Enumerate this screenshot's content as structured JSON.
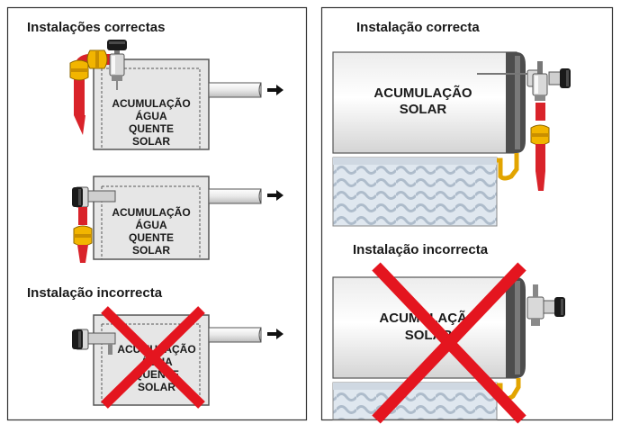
{
  "left_panel": {
    "heading_correct": "Instalações correctas",
    "heading_incorrect": "Instalação incorrecta",
    "tanks": [
      {
        "lines": [
          "ACUMULAÇÃO",
          "ÁGUA",
          "QUENTE",
          "SOLAR"
        ],
        "status": "correct"
      },
      {
        "lines": [
          "ACUMULAÇÃO",
          "ÁGUA",
          "QUENTE",
          "SOLAR"
        ],
        "status": "correct"
      },
      {
        "lines": [
          "ACUMULAÇÃO",
          "ÁGUA",
          "QUENTE",
          "SOLAR"
        ],
        "status": "incorrect"
      }
    ]
  },
  "right_panel": {
    "heading_correct": "Instalação correcta",
    "heading_incorrect": "Instalação incorrecta",
    "tanks": [
      {
        "lines": [
          "ACUMULAÇÃO",
          "SOLAR"
        ],
        "status": "correct"
      },
      {
        "lines": [
          "ACUMULAÇÃO",
          "SOLAR"
        ],
        "status": "incorrect"
      }
    ]
  },
  "colors": {
    "cross": "#e4151f",
    "pipe_red": "#d9232a",
    "valve_yellow": "#f2b500",
    "tank_fill": "#e6e6e6",
    "panel_border": "#333333",
    "arrow": "#111111"
  }
}
